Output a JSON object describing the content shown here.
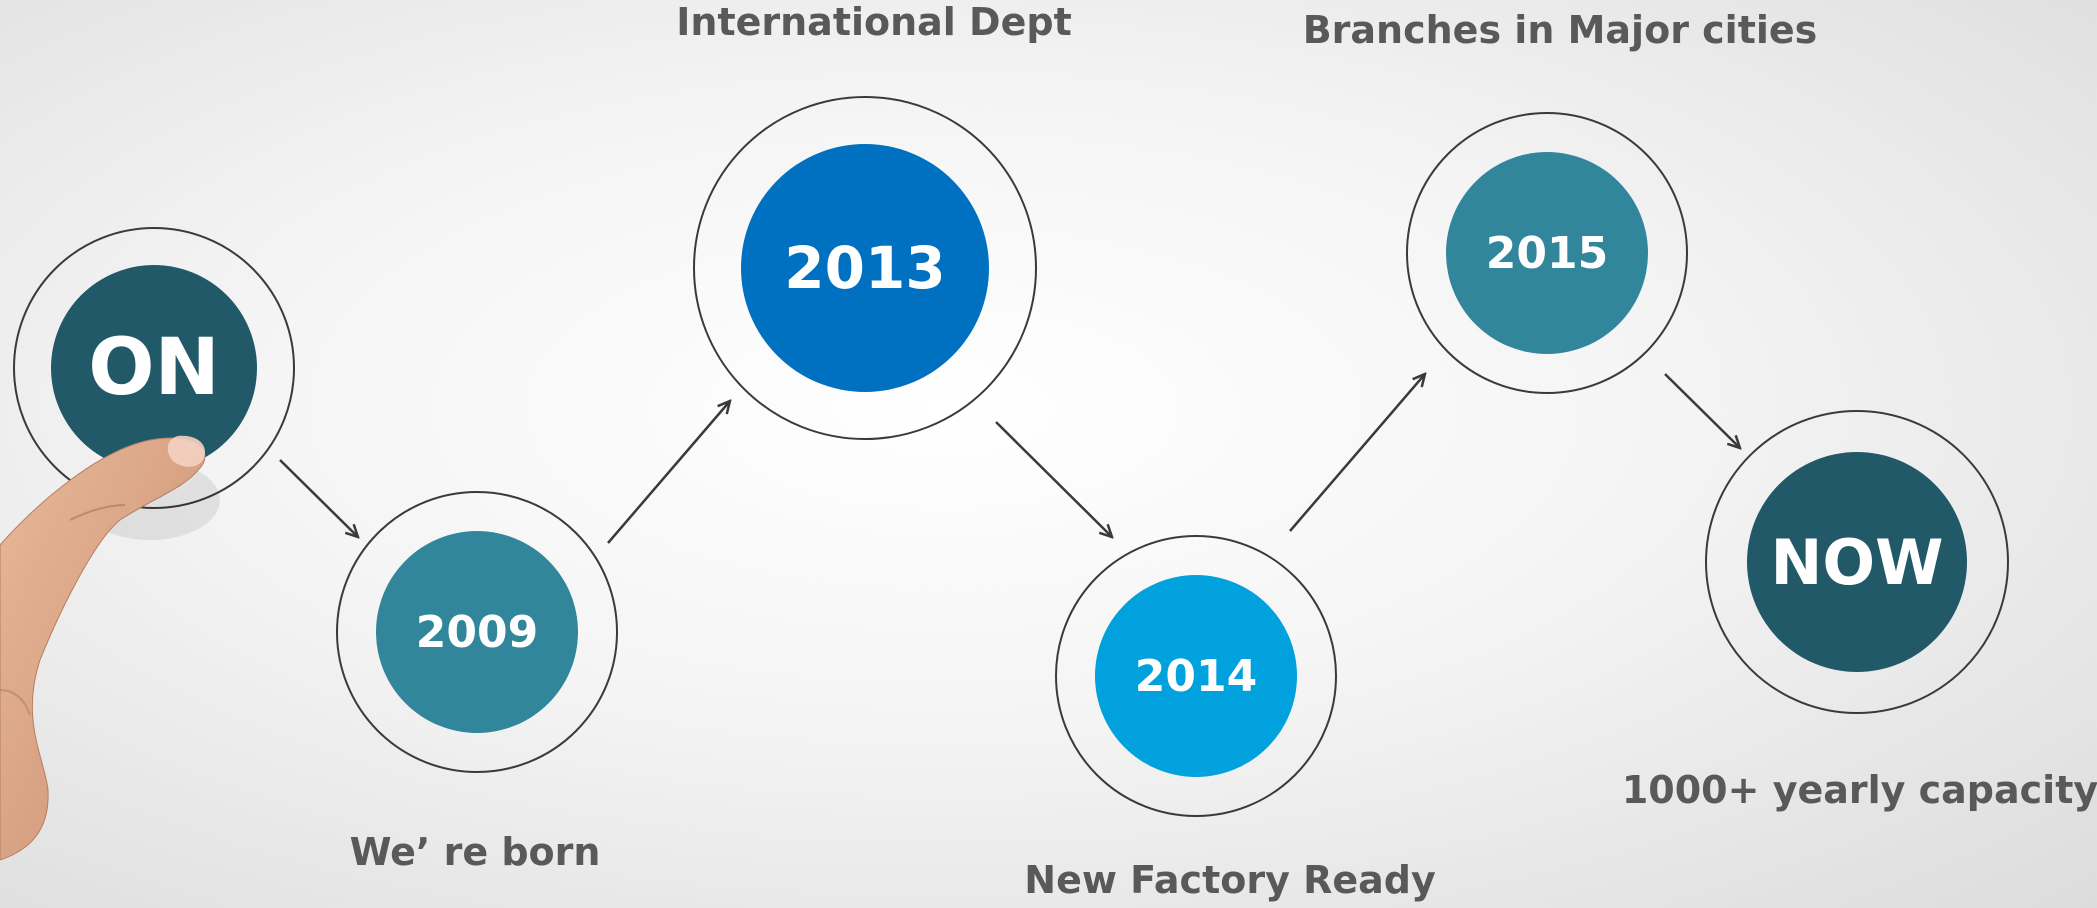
{
  "milestones": [
    {
      "id": "on",
      "title": "ON",
      "caption": "",
      "color": "#215968"
    },
    {
      "id": "2009",
      "title": "2009",
      "caption": "We’ re born",
      "color": "#31869b"
    },
    {
      "id": "2013",
      "title": "2013",
      "caption": "International Dept",
      "color": "#0070c0"
    },
    {
      "id": "2014",
      "title": "2014",
      "caption": "New Factory Ready",
      "color": "#00a1dd"
    },
    {
      "id": "2015",
      "title": "2015",
      "caption": "Branches in Major cities",
      "color": "#31869b"
    },
    {
      "id": "now",
      "title": "NOW",
      "caption": "1000+ yearly capacity",
      "color": "#215968"
    }
  ],
  "colors": {
    "ring": "#3a3a3a",
    "text": "#595959"
  }
}
